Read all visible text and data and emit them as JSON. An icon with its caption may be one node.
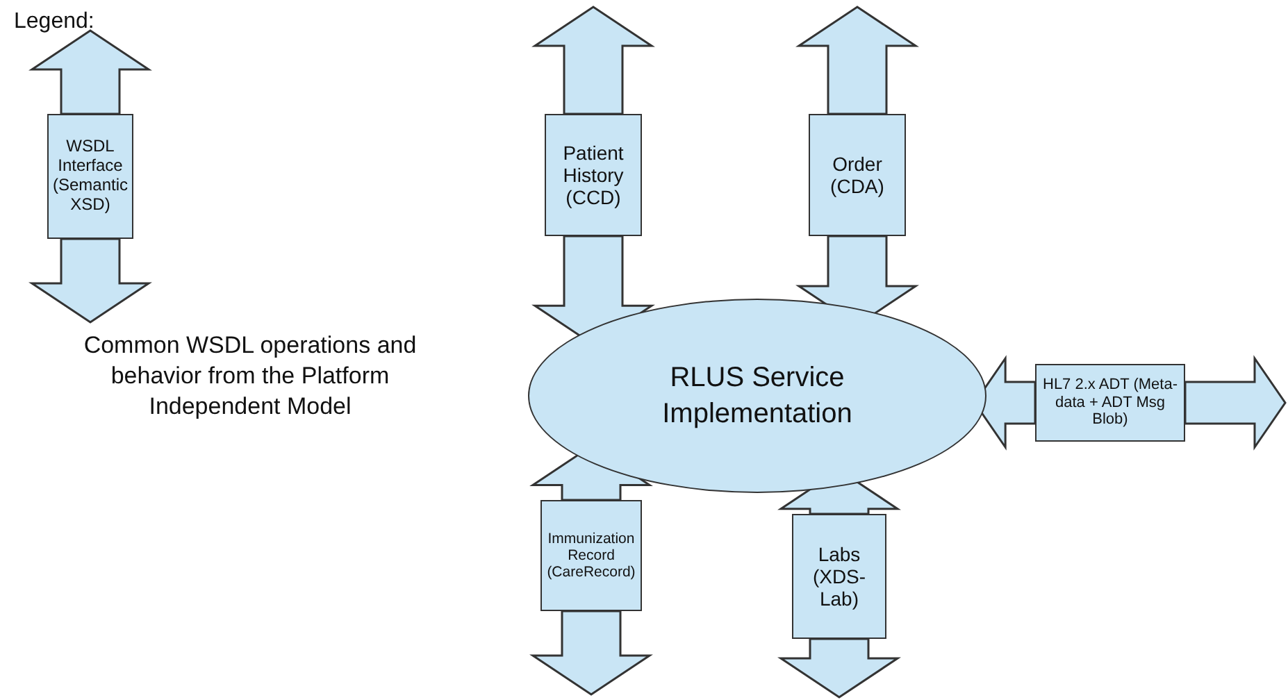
{
  "diagram": {
    "nodes": [
      {
        "text": [
          "WSDL Interface (Semantic XSD)"
        ]
      },
      {
        "text": [
          "Patient History (CCD)"
        ]
      },
      {
        "text": [
          "Order (CDA)"
        ]
      },
      {
        "text": [
          "RLUS Service Implementation"
        ]
      },
      {
        "text": [
          "HL7 2.x ADT (Meta-data + ADT Msg Blob)"
        ]
      },
      {
        "text": [
          "Immunization Record (CareRecord)"
        ]
      },
      {
        "text": [
          "Labs (XDS-Lab)"
        ]
      }
    ],
    "edges": [
      {
        "from": 0,
        "to": null,
        "arrow": "to"
      },
      {
        "from": 0,
        "to": null,
        "arrow": "to"
      },
      {
        "from": 1,
        "to": null,
        "arrow": "to"
      },
      {
        "from": 1,
        "to": 3,
        "arrow": "to"
      },
      {
        "from": 2,
        "to": null,
        "arrow": "to"
      },
      {
        "from": 2,
        "to": 3,
        "arrow": "to"
      },
      {
        "from": 4,
        "to": 3,
        "arrow": "to"
      },
      {
        "from": 4,
        "to": null,
        "arrow": "to"
      },
      {
        "from": 5,
        "to": 3,
        "arrow": "to"
      },
      {
        "from": 5,
        "to": null,
        "arrow": "to"
      },
      {
        "from": 6,
        "to": 3,
        "arrow": "to"
      },
      {
        "from": 6,
        "to": null,
        "arrow": "to"
      }
    ],
    "labels": [
      "Legend:",
      "Common WSDL operations and behavior from the Platform Independent Model"
    ]
  }
}
